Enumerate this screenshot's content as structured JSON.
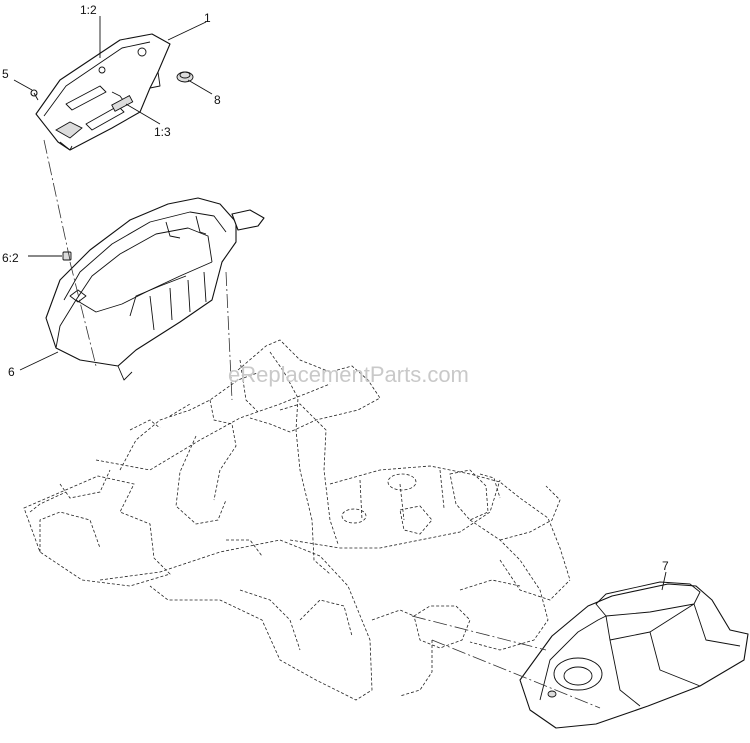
{
  "callouts": {
    "c1": "1",
    "c12": "1:2",
    "c13": "1:3",
    "c5": "5",
    "c8": "8",
    "c62": "6:2",
    "c6": "6",
    "c7": "7"
  },
  "watermark": "eReplacementParts.com"
}
